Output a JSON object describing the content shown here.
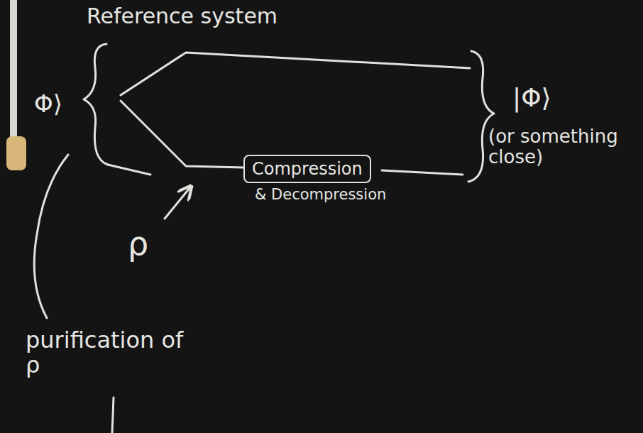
{
  "diagram": {
    "nodes": [
      {
        "text": [
          "Compression",
          "& Decompression"
        ]
      }
    ],
    "labels": [
      "Reference system",
      "Φ⟩",
      "ρ",
      "|Φ⟩",
      "(or something close)",
      "purification of ρ"
    ]
  }
}
